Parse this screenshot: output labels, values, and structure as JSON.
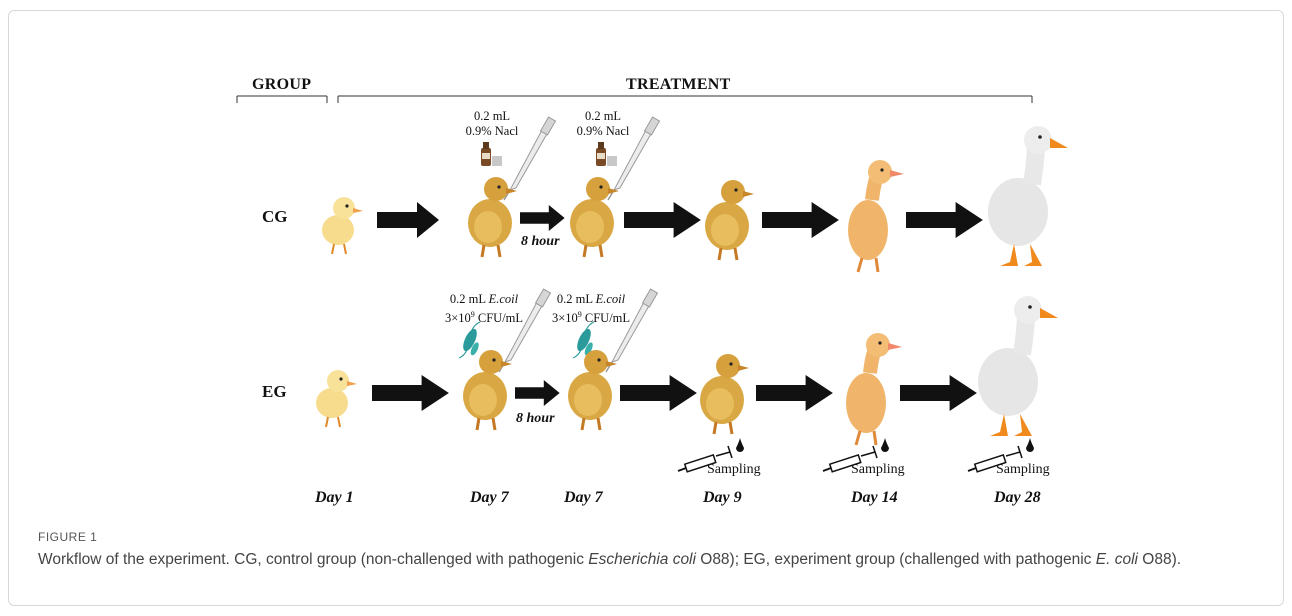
{
  "headers": {
    "group": "GROUP",
    "treatment": "TREATMENT"
  },
  "groups": {
    "cg": "CG",
    "eg": "EG"
  },
  "doses": {
    "cg_line1": "0.2 mL",
    "cg_line2": "0.9% Nacl",
    "eg_line1_prefix": "0.2 mL ",
    "eg_line1_organism": "E.coil",
    "eg_line2_prefix": "3×10",
    "eg_line2_exp": "9",
    "eg_line2_suffix": " CFU/mL"
  },
  "interval": "8 hour",
  "sampling": "Sampling",
  "days": [
    "Day 1",
    "Day 7",
    "Day 7",
    "Day 9",
    "Day 14",
    "Day 28"
  ],
  "caption": {
    "label": "FIGURE 1",
    "text_1": "Workflow of the experiment. CG, control group (non-challenged with pathogenic ",
    "italic_1": "Escherichia coli",
    "text_2": " O88); EG, experiment group (challenged with pathogenic ",
    "italic_2": "E. coli",
    "text_3": " O88)."
  },
  "colors": {
    "duckling_yellow": "#f2d27a",
    "duckling_gold": "#d9a63f",
    "juvenile_orange": "#f0b56b",
    "adult_white": "#e6e6e6",
    "beak_orange": "#f08a1c",
    "bacteria_teal": "#2a9a9a"
  }
}
